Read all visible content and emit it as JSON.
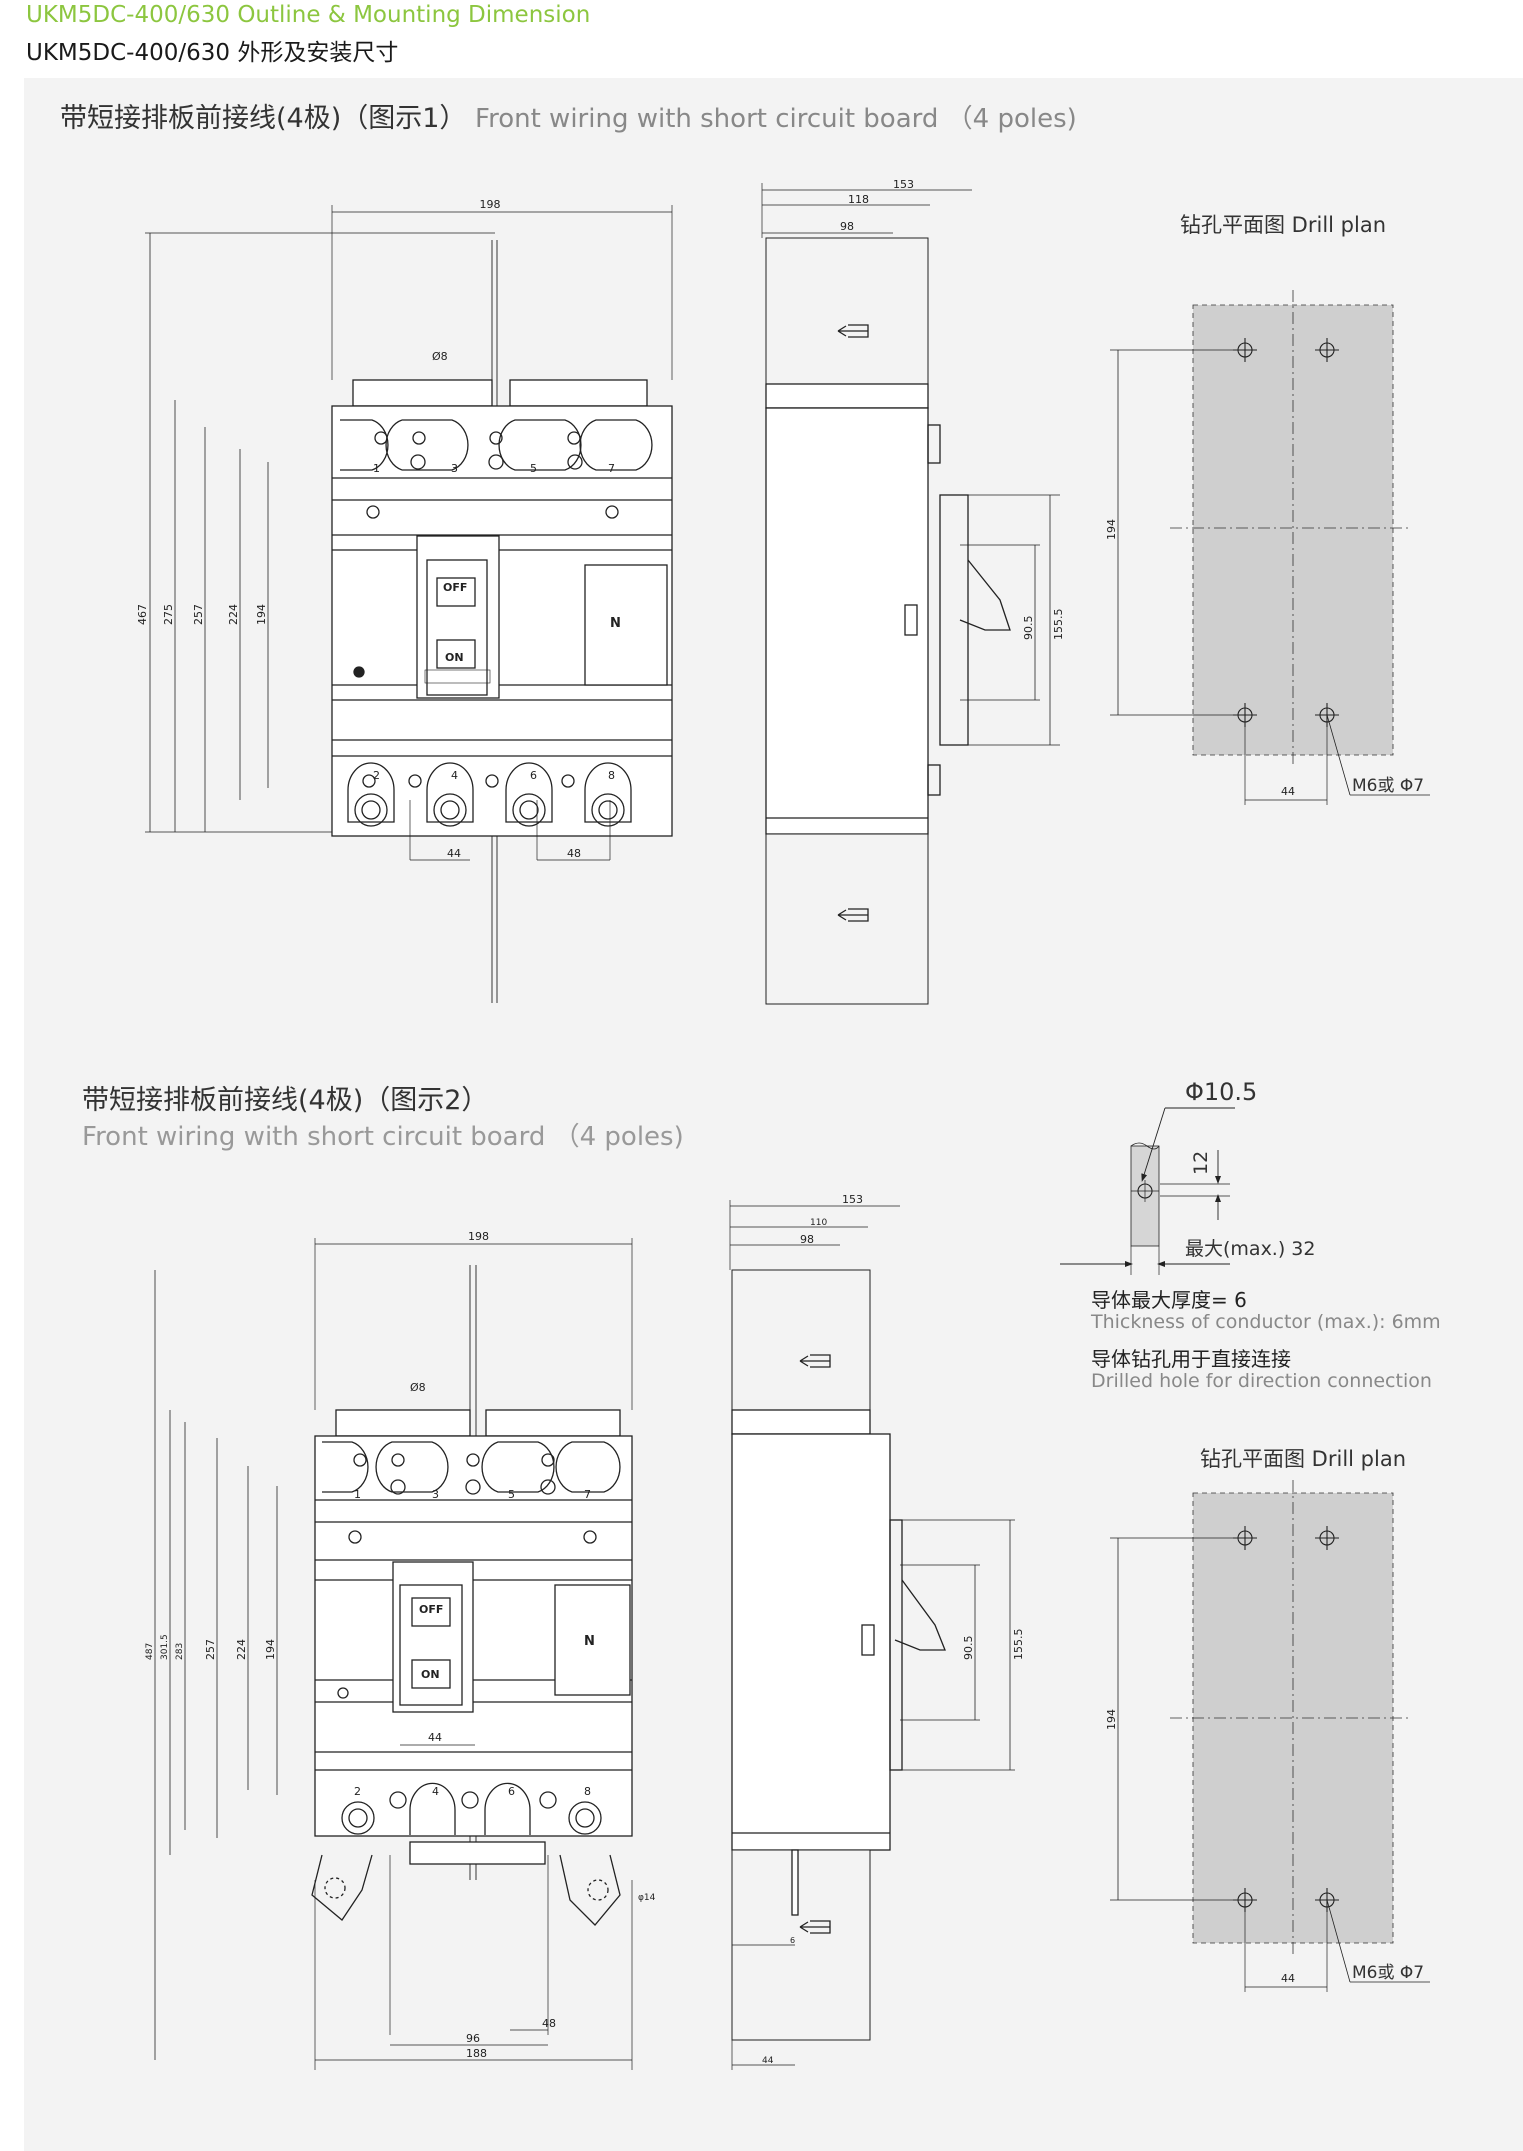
{
  "header": {
    "title_en": "UKM5DC-400/630  Outline & Mounting Dimension",
    "title_cn": "UKM5DC-400/630 外形及安装尺寸"
  },
  "figure1": {
    "title_cn": "带短接排板前接线(4极)（图示1）",
    "title_en": "Front wiring with short circuit board （4 poles)",
    "front": {
      "width": "198",
      "hole": "Ø8",
      "heights": [
        "467",
        "275",
        "257",
        "224",
        "194"
      ],
      "bottom_spacing": [
        "44",
        "48"
      ],
      "top_poles": [
        "1",
        "3",
        "5",
        "7"
      ],
      "bottom_poles": [
        "2",
        "4",
        "6",
        "8"
      ],
      "off": "OFF",
      "on": "ON",
      "neutral": "N"
    },
    "side": {
      "widths": [
        "153",
        "118",
        "98"
      ],
      "heights": [
        "90.5",
        "155.5"
      ]
    },
    "drill": {
      "title": "钻孔平面图 Drill plan",
      "height": "194",
      "spacing": "44",
      "hole": "M6或 Φ7"
    }
  },
  "figure2": {
    "title_cn": "带短接排板前接线(4极)（图示2）",
    "title_en": "Front wiring with short circuit board （4 poles)",
    "front": {
      "width": "198",
      "hole": "Ø8",
      "heights": [
        "487",
        "301.5",
        "283",
        "257",
        "224",
        "194"
      ],
      "spacing": "44",
      "bottom_dims": [
        "48",
        "96",
        "188"
      ],
      "top_poles": [
        "1",
        "3",
        "5",
        "7"
      ],
      "bottom_poles": [
        "2",
        "4",
        "6",
        "8"
      ],
      "off": "OFF",
      "on": "ON",
      "neutral": "N",
      "hole_note": "φ14"
    },
    "side": {
      "widths": [
        "153",
        "110",
        "98"
      ],
      "heights": [
        "90.5",
        "155.5"
      ],
      "bottom": [
        "6",
        "44"
      ]
    },
    "conductor": {
      "hole": "Φ10.5",
      "dim_12": "12",
      "max_label": "最大(max.) 32",
      "thickness_cn": "导体最大厚度= 6",
      "thickness_en": "Thickness of conductor (max.): 6mm",
      "drilled_cn": "导体钻孔用于直接连接",
      "drilled_en": "Drilled hole for direction connection"
    },
    "drill": {
      "title": "钻孔平面图 Drill plan",
      "height": "194",
      "spacing": "44",
      "hole": "M6或 Φ7"
    }
  }
}
